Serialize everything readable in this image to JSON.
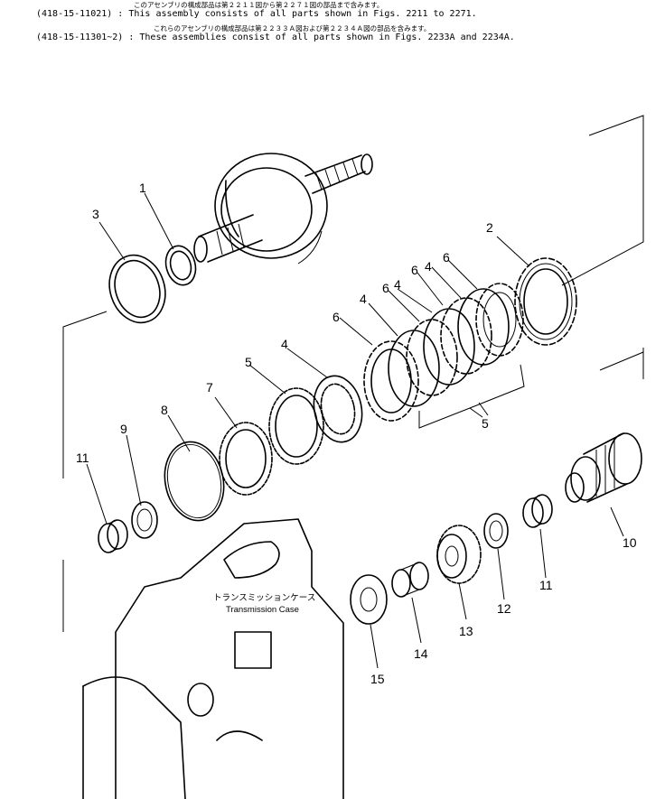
{
  "header": {
    "jp_line_1": "このアセンブリの構成部品は第２２１１図から第２２７１図の部品まで含みます。",
    "en_line_1": "(418-15-11021) : This assembly consists of all parts shown in Figs. 2211 to 2271.",
    "jp_line_2": "これらのアセンブリの構成部品は第２２３３Ａ図および第２２３４Ａ図の部品を含みます。",
    "en_line_2": "(418-15-11301~2) :  These assemblies consist of all parts shown in Figs. 2233A and 2234A."
  },
  "callouts": {
    "c1": "1",
    "c2": "2",
    "c3": "3",
    "c4a": "4",
    "c4b": "4",
    "c4c": "4",
    "c4d": "4",
    "c5a": "5",
    "c5b": "5",
    "c6a": "6",
    "c6b": "6",
    "c6c": "6",
    "c6d": "6",
    "c7": "7",
    "c8": "8",
    "c9": "9",
    "c10": "10",
    "c11a": "11",
    "c11b": "11",
    "c12": "12",
    "c13": "13",
    "c14": "14",
    "c15": "15"
  },
  "case_label": {
    "jp": "トランスミッションケース",
    "en": "Transmission Case"
  }
}
